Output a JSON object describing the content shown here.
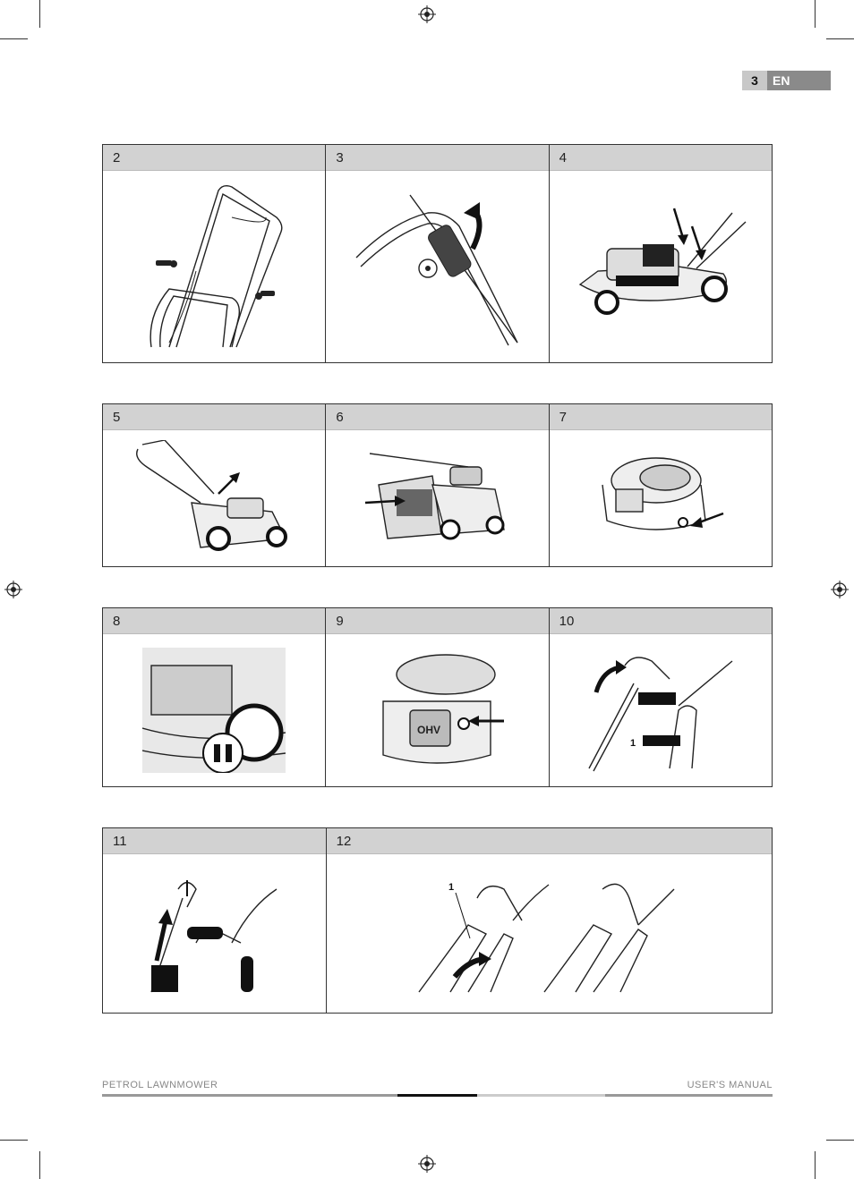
{
  "header": {
    "page_number": "3",
    "language": "EN"
  },
  "figure_rows": [
    {
      "panels": [
        {
          "number": "2"
        },
        {
          "number": "3"
        },
        {
          "number": "4"
        }
      ]
    },
    {
      "panels": [
        {
          "number": "5"
        },
        {
          "number": "6"
        },
        {
          "number": "7"
        }
      ]
    },
    {
      "panels": [
        {
          "number": "8"
        },
        {
          "number": "9",
          "engine_label": "OHV"
        },
        {
          "number": "10",
          "callout": "1"
        }
      ]
    },
    {
      "panels": [
        {
          "number": "11"
        },
        {
          "number": "12",
          "callout": "1"
        }
      ]
    }
  ],
  "footer": {
    "left_text": "PETROL LAWNMOWER",
    "right_text": "USER'S MANUAL"
  },
  "colors": {
    "header_gray": "#d2d2d2",
    "tab_dark": "#8a8a8a",
    "tab_light": "#c8c8c8"
  }
}
